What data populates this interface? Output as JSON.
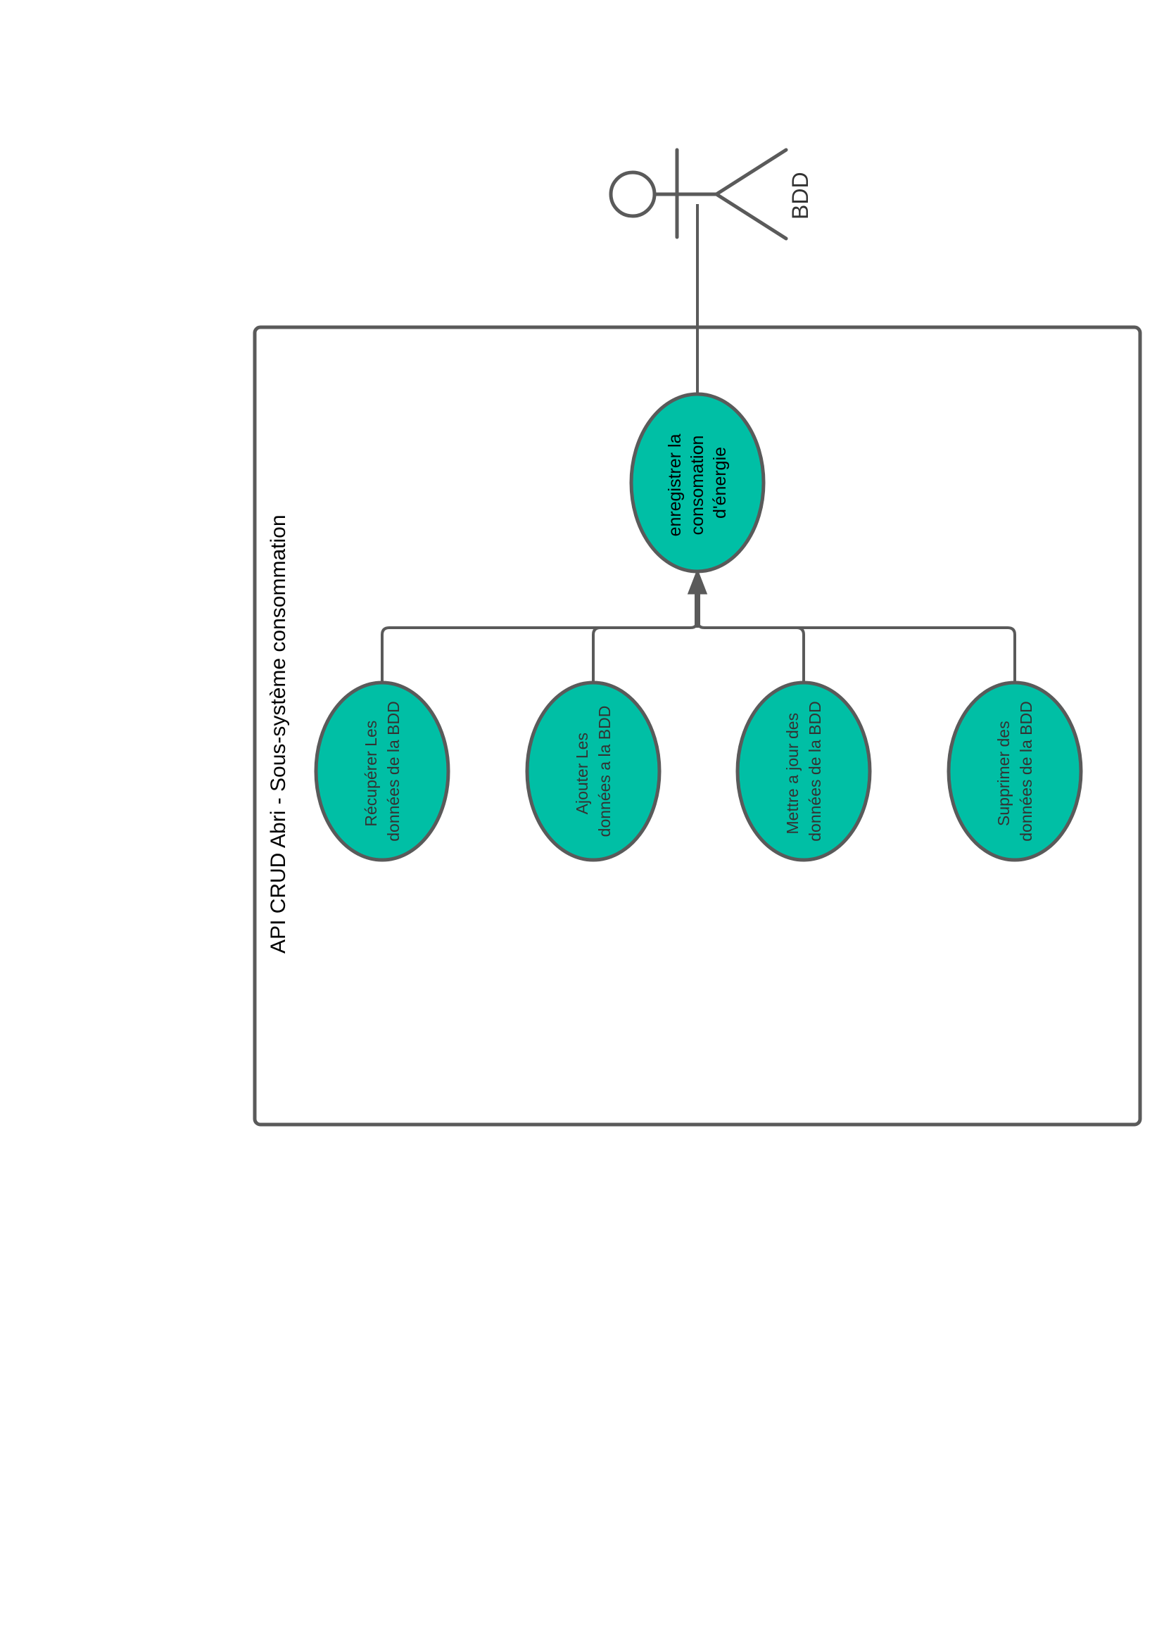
{
  "colors": {
    "usecase_fill": "#00BFA5",
    "stroke": "#5A5A5A",
    "background": "#FFFFFF"
  },
  "system": {
    "title": "API CRUD Abri - Sous-système consommation"
  },
  "actor": {
    "label": "BDD",
    "icon": "stick-figure-actor-icon"
  },
  "main_use_case": {
    "lines": [
      "enregistrer la",
      "consomation",
      "d'énergie"
    ]
  },
  "sub_use_cases": [
    {
      "lines": [
        "Récupérer Les",
        "données de la BDD"
      ]
    },
    {
      "lines": [
        "Ajouter Les",
        "données a la BDD"
      ]
    },
    {
      "lines": [
        "Mettre a jour des",
        "données de la BDD"
      ]
    },
    {
      "lines": [
        "Supprimer des",
        "données de la BDD"
      ]
    }
  ]
}
